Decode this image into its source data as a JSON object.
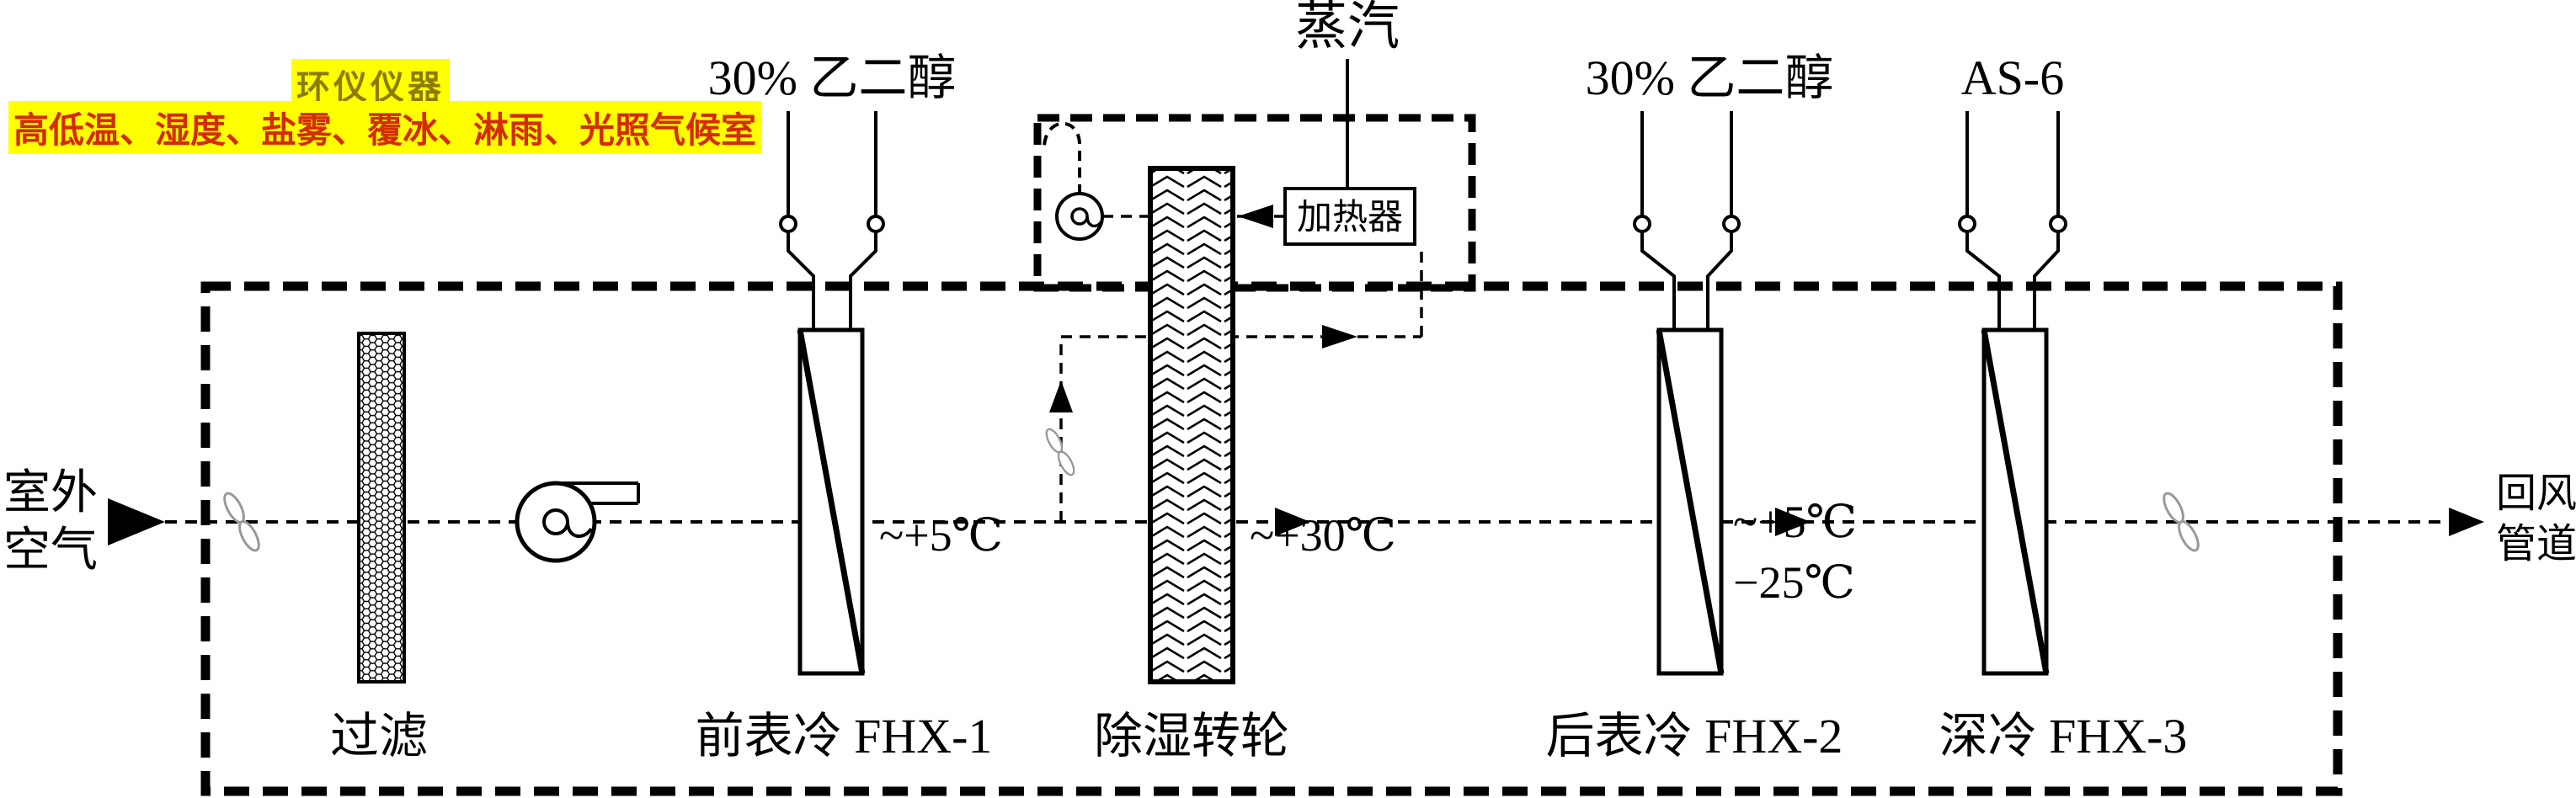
{
  "watermark": {
    "line1": "环仪仪器",
    "line2": "高低温、湿度、盐雾、覆冰、淋雨、光照气候室"
  },
  "top_labels": {
    "glycol_left": "30% 乙二醇",
    "steam": "蒸汽",
    "glycol_right": "30% 乙二醇",
    "as6": "AS-6"
  },
  "inlet": {
    "line1": "室外",
    "line2": "空气"
  },
  "outlet": {
    "line1": "回风",
    "line2": "管道"
  },
  "components": {
    "filter": "过滤",
    "precool": "前表冷 FHX-1",
    "wheel": "除湿转轮",
    "heater": "加热器",
    "aftercool": "后表冷 FHX-2",
    "deepcool": "深冷 FHX-3"
  },
  "temps": {
    "after_precool": "~+5℃",
    "after_wheel": "~+30℃",
    "after_aftercool_hi": "~+5℃",
    "after_aftercool_lo": "−25℃"
  },
  "colors": {
    "line": "#000000",
    "highlight_bg": "#ffff00",
    "watermark1_text": "#8c7b00",
    "watermark2_text": "#d42b00",
    "damper": "#999999"
  }
}
